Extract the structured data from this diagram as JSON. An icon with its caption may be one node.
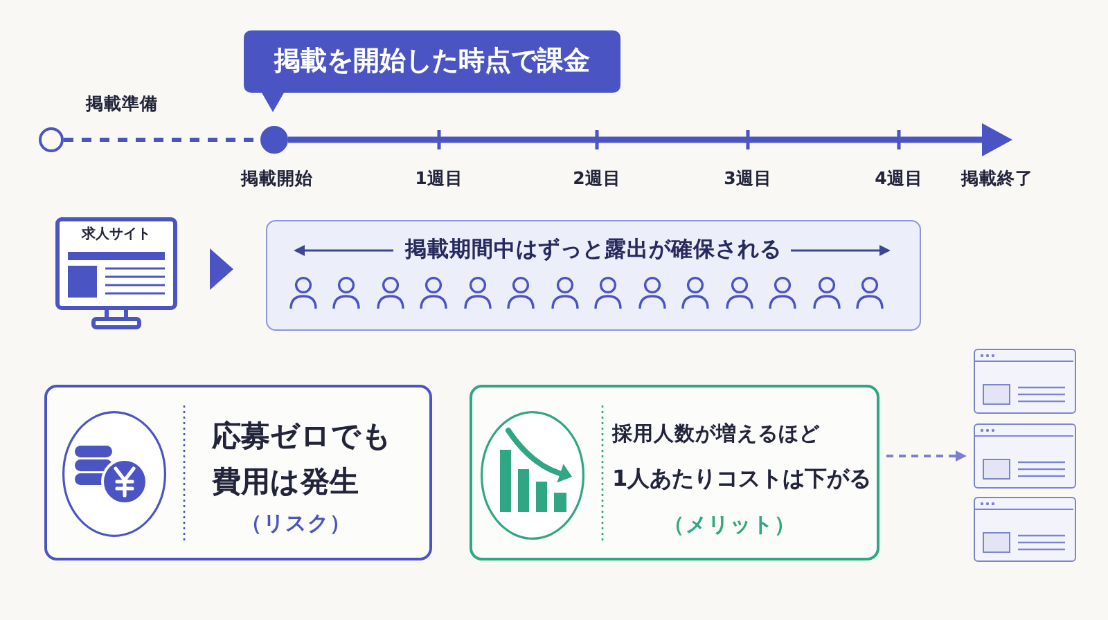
{
  "diagram": {
    "nodes": [
      {
        "text": [
          "掲載を開始した時点で課金"
        ]
      },
      {
        "text": [],
        "shape": "circle"
      },
      {
        "text": [],
        "shape": "circle",
        "beside": [
          "掲載開始"
        ]
      },
      {
        "text": [
          "求人サイト"
        ]
      },
      {
        "text": [
          "掲載期間中はずっと露出が確保される"
        ]
      },
      {
        "text": [],
        "shape": "person",
        "in": 4
      },
      {
        "text": [],
        "shape": "person",
        "in": 4
      },
      {
        "text": [],
        "shape": "person",
        "in": 4
      },
      {
        "text": [],
        "shape": "person",
        "in": 4
      },
      {
        "text": [],
        "shape": "person",
        "in": 4
      },
      {
        "text": [],
        "shape": "person",
        "in": 4
      },
      {
        "text": [],
        "shape": "person",
        "in": 4
      },
      {
        "text": [],
        "shape": "person",
        "in": 4
      },
      {
        "text": [],
        "shape": "person",
        "in": 4
      },
      {
        "text": [],
        "shape": "person",
        "in": 4
      },
      {
        "text": [],
        "shape": "person",
        "in": 4
      },
      {
        "text": [],
        "shape": "person",
        "in": 4
      },
      {
        "text": [],
        "shape": "person",
        "in": 4
      },
      {
        "text": [],
        "shape": "person",
        "in": 4
      },
      {
        "text": [
          "応募ゼロでも費用は発生",
          "（リスク）"
        ]
      },
      {
        "text": [
          "採用人数が増えるほど",
          "1人あたりコストは下がる",
          "（メリット）"
        ]
      },
      {
        "text": [],
        "shape": "box"
      },
      {
        "text": [],
        "shape": "box"
      },
      {
        "text": [],
        "shape": "box"
      }
    ],
    "edges": [
      {
        "from": 1,
        "to": 2,
        "arrow": "none",
        "style": "dashed",
        "label": "掲載準備"
      },
      {
        "from": 2,
        "to": null,
        "arrow": "to"
      },
      {
        "from": 3,
        "to": 4,
        "arrow": "to"
      },
      {
        "from": 20,
        "to": 22,
        "arrow": "to",
        "style": "dashed",
        "color": "#7a7fd0"
      }
    ],
    "labels": [
      "1週目",
      "2週目",
      "3週目",
      "4週目",
      "掲載終了"
    ]
  }
}
